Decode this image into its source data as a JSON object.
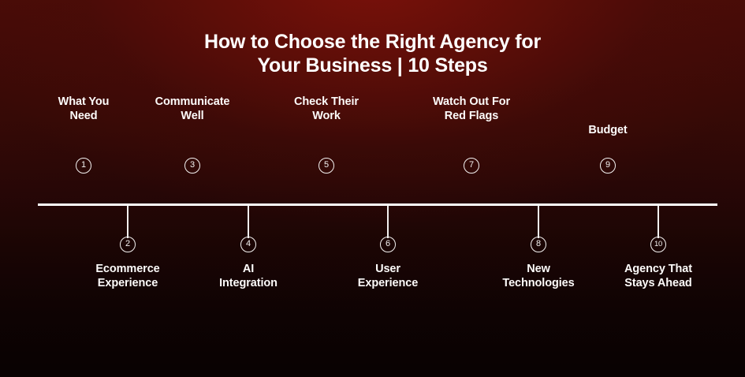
{
  "title": {
    "line1": "How to Choose the Right Agency for",
    "line2": "Your Business | 10 Steps"
  },
  "colors": {
    "background_top": "#4d0c07",
    "background_bottom": "#080202",
    "glow": "#7d110a",
    "line": "#ffffff",
    "text": "#ffffff"
  },
  "timeline": {
    "steps": [
      {
        "number": "1",
        "label": "What You\nNeed",
        "label_line1": "What You",
        "label_line2": "Need",
        "position": "above"
      },
      {
        "number": "2",
        "label": "Ecommerce\nExperience",
        "label_line1": "Ecommerce",
        "label_line2": "Experience",
        "position": "below"
      },
      {
        "number": "3",
        "label": "Communicate\nWell",
        "label_line1": "Communicate",
        "label_line2": "Well",
        "position": "above"
      },
      {
        "number": "4",
        "label": "AI\nIntegration",
        "label_line1": "AI",
        "label_line2": "Integration",
        "position": "below"
      },
      {
        "number": "5",
        "label": "Check Their\nWork",
        "label_line1": "Check Their",
        "label_line2": "Work",
        "position": "above"
      },
      {
        "number": "6",
        "label": "User\nExperience",
        "label_line1": "User",
        "label_line2": "Experience",
        "position": "below"
      },
      {
        "number": "7",
        "label": "Watch Out For\nRed Flags",
        "label_line1": "Watch Out For",
        "label_line2": "Red Flags",
        "position": "above"
      },
      {
        "number": "8",
        "label": "New\nTechnologies",
        "label_line1": "New",
        "label_line2": "Technologies",
        "position": "below"
      },
      {
        "number": "9",
        "label": "Budget",
        "label_line1": "Budget",
        "label_line2": "",
        "position": "above"
      },
      {
        "number": "10",
        "label": "Agency That\nStays Ahead",
        "label_line1": "Agency That",
        "label_line2": "Stays Ahead",
        "position": "below"
      }
    ]
  }
}
